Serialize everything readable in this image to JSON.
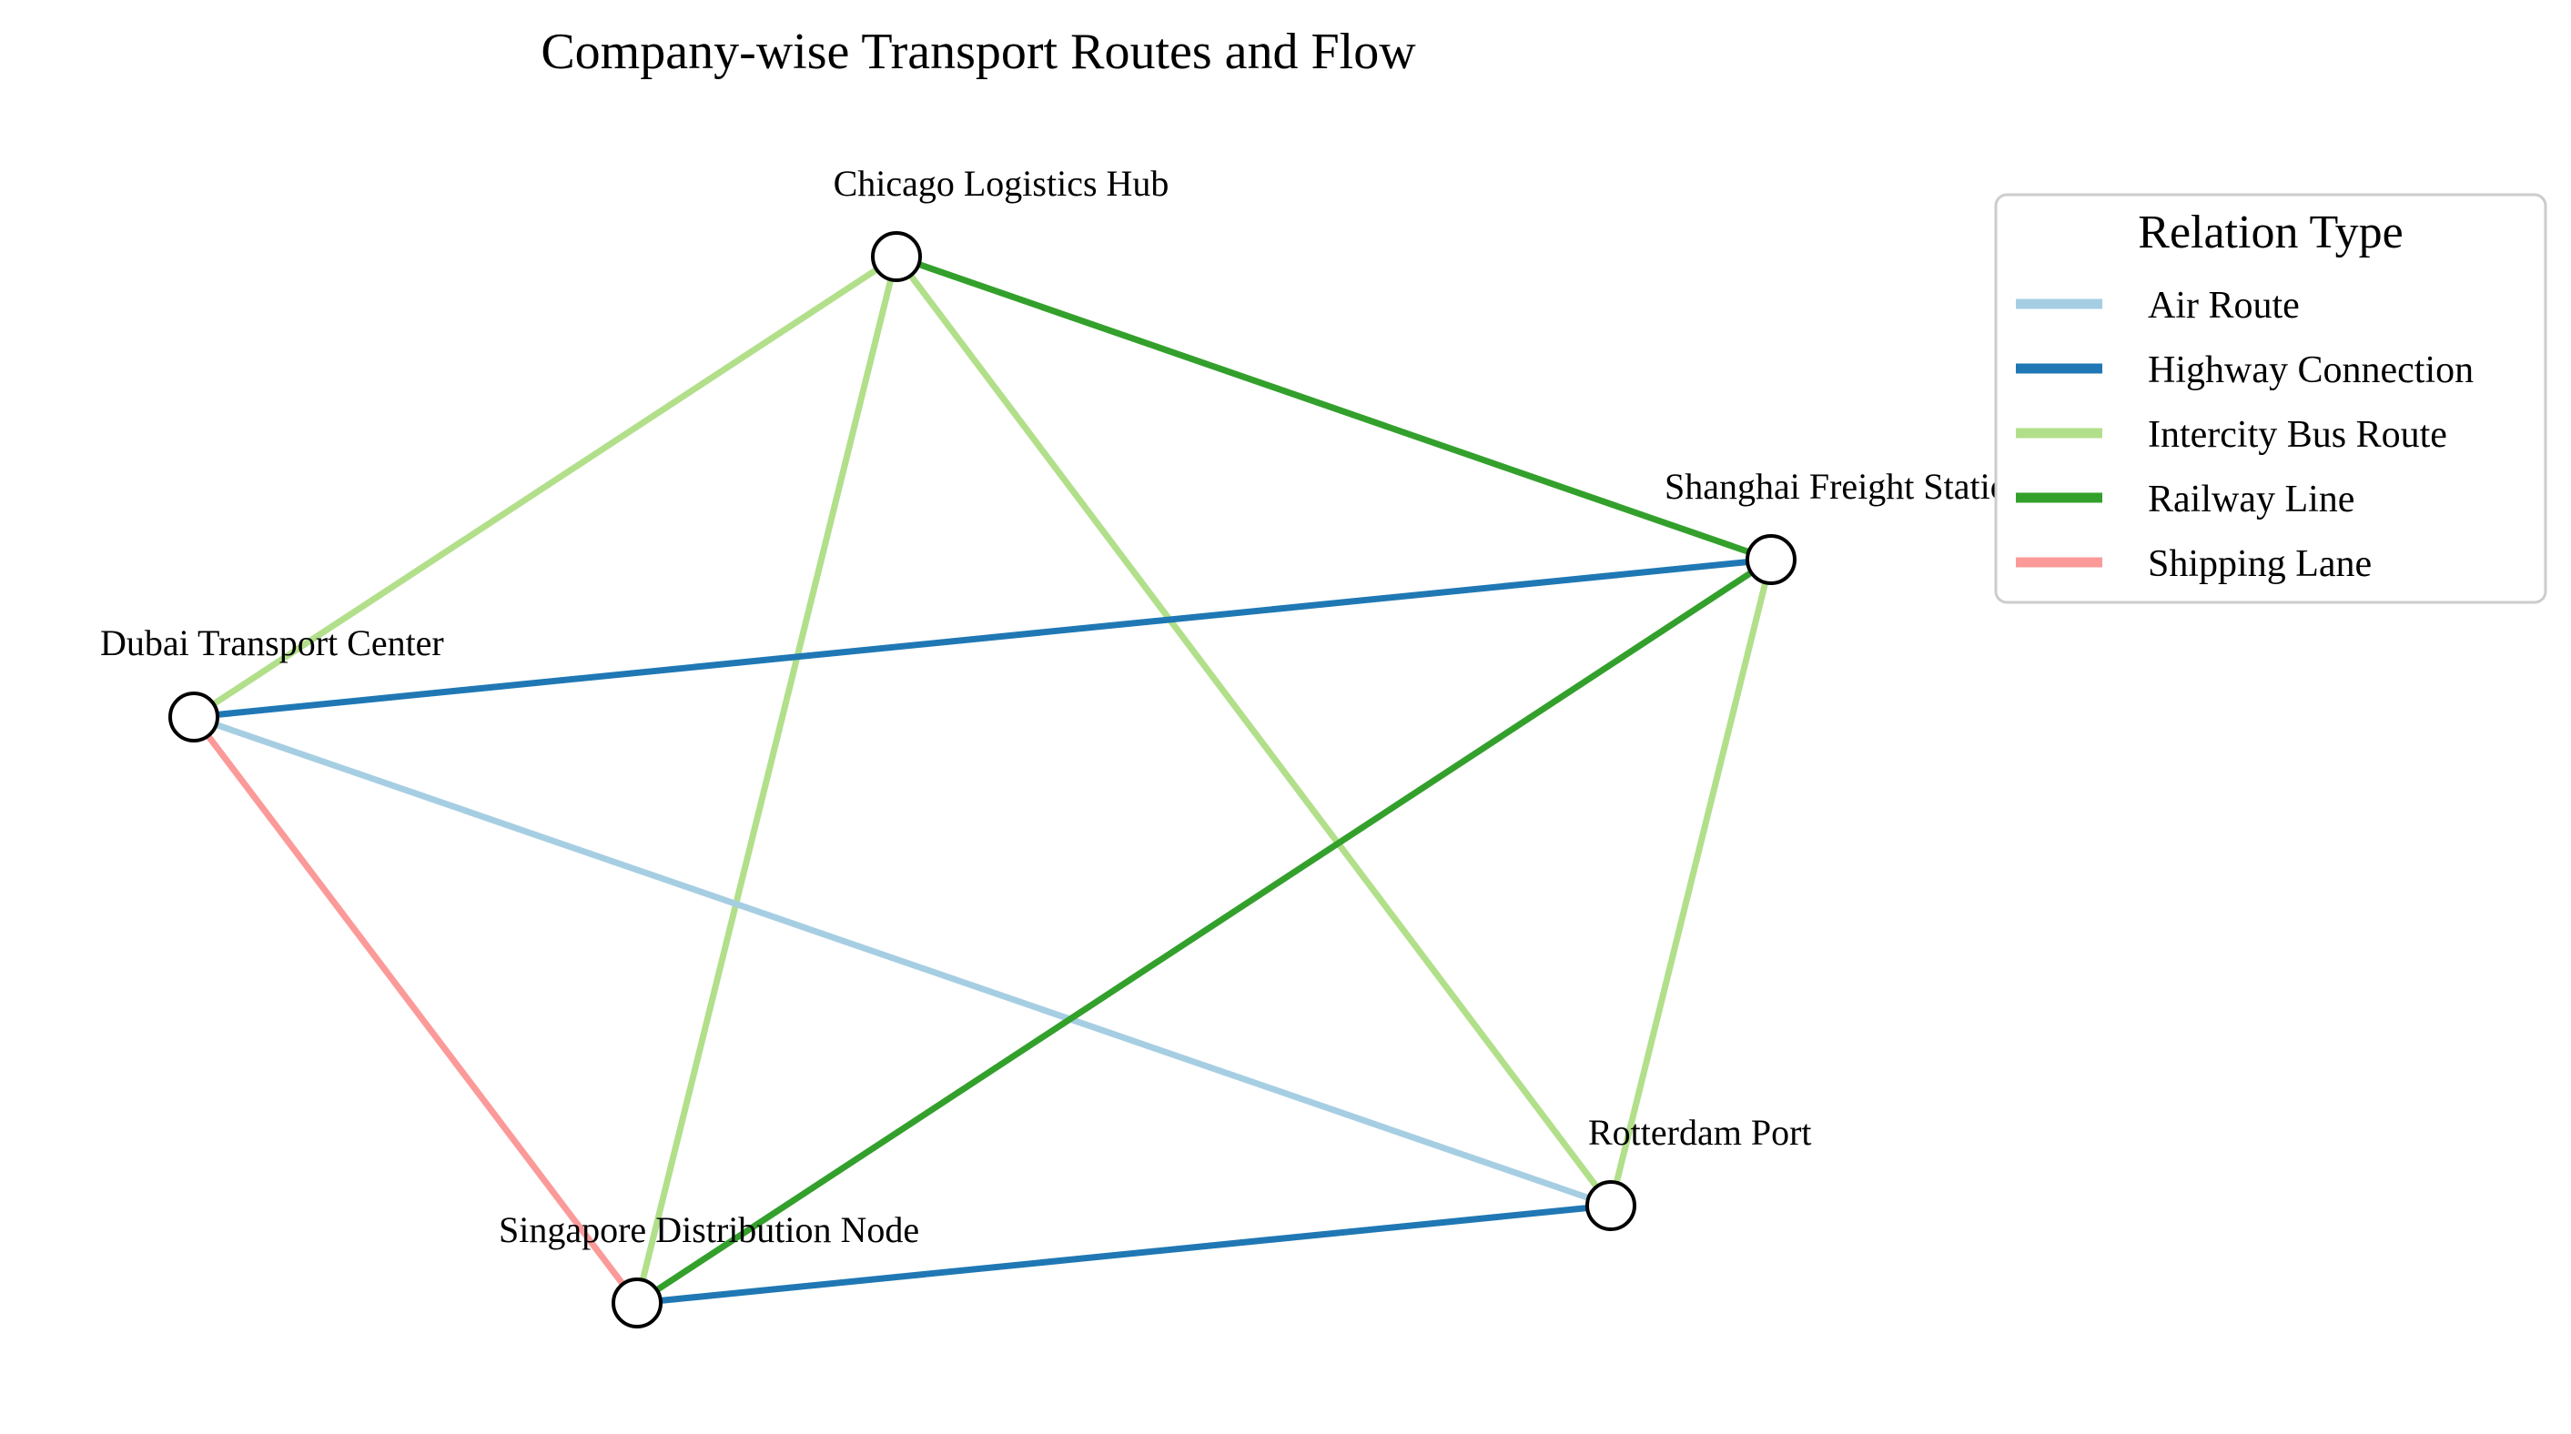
{
  "title": "Company-wise Transport Routes and Flow",
  "legend": {
    "title": "Relation Type",
    "items": [
      {
        "label": "Air Route",
        "color": "#a6cee3"
      },
      {
        "label": "Highway Connection",
        "color": "#1f78b4"
      },
      {
        "label": "Intercity Bus Route",
        "color": "#b2df8a"
      },
      {
        "label": "Railway Line",
        "color": "#33a02c"
      },
      {
        "label": "Shipping Lane",
        "color": "#fb9a99"
      }
    ]
  },
  "nodes": [
    {
      "id": "chicago",
      "label": "Chicago Logistics Hub"
    },
    {
      "id": "shanghai",
      "label": "Shanghai Freight Station"
    },
    {
      "id": "dubai",
      "label": "Dubai Transport Center"
    },
    {
      "id": "rotterdam",
      "label": "Rotterdam Port"
    },
    {
      "id": "singapore",
      "label": "Singapore Distribution Node"
    }
  ],
  "edges": [
    {
      "source": "chicago",
      "target": "dubai",
      "type": "Intercity Bus Route"
    },
    {
      "source": "chicago",
      "target": "singapore",
      "type": "Intercity Bus Route"
    },
    {
      "source": "chicago",
      "target": "rotterdam",
      "type": "Intercity Bus Route"
    },
    {
      "source": "chicago",
      "target": "shanghai",
      "type": "Railway Line"
    },
    {
      "source": "dubai",
      "target": "shanghai",
      "type": "Highway Connection"
    },
    {
      "source": "dubai",
      "target": "rotterdam",
      "type": "Air Route"
    },
    {
      "source": "dubai",
      "target": "singapore",
      "type": "Shipping Lane"
    },
    {
      "source": "singapore",
      "target": "shanghai",
      "type": "Railway Line"
    },
    {
      "source": "singapore",
      "target": "rotterdam",
      "type": "Highway Connection"
    },
    {
      "source": "shanghai",
      "target": "rotterdam",
      "type": "Intercity Bus Route"
    }
  ]
}
